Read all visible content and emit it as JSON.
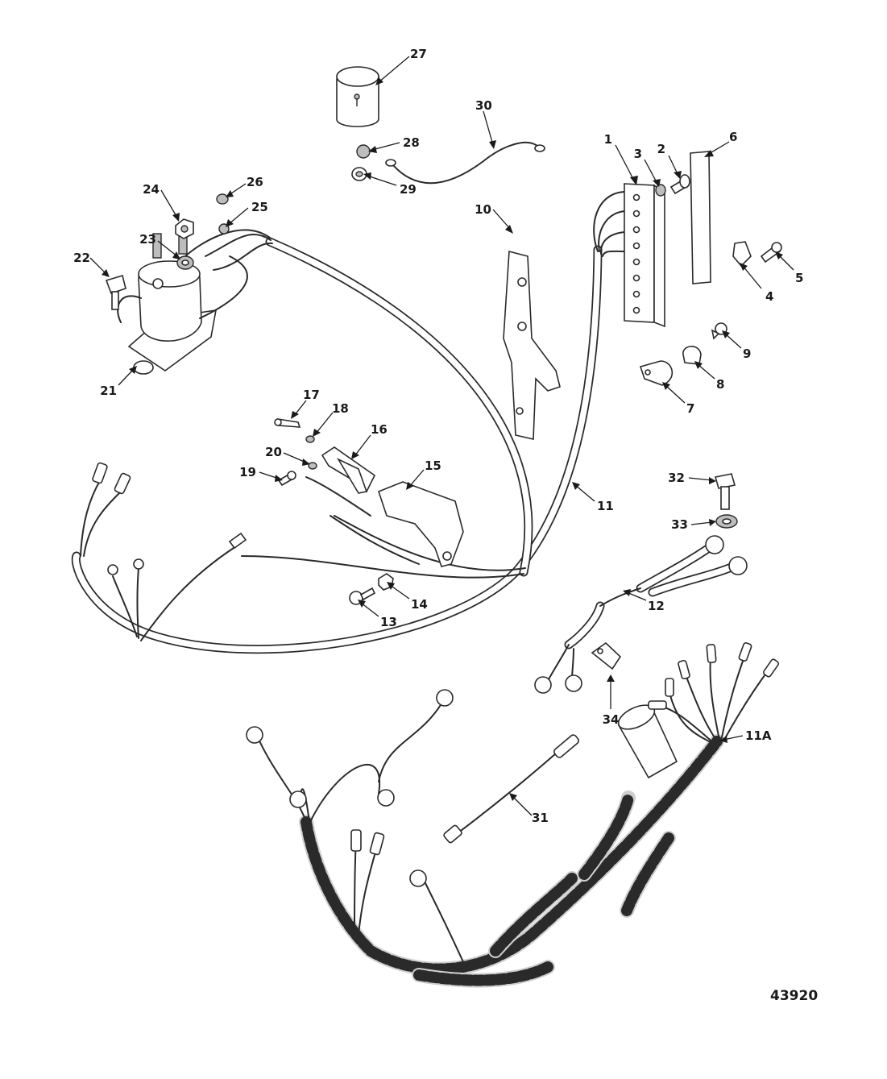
{
  "callouts": [
    "1",
    "2",
    "3",
    "4",
    "5",
    "6",
    "7",
    "8",
    "9",
    "10",
    "11",
    "11A",
    "12",
    "13",
    "14",
    "15",
    "16",
    "17",
    "18",
    "19",
    "20",
    "21",
    "22",
    "23",
    "24",
    "25",
    "26",
    "27",
    "28",
    "29",
    "30",
    "31",
    "32",
    "33",
    "34"
  ],
  "drawing_number": "43920"
}
